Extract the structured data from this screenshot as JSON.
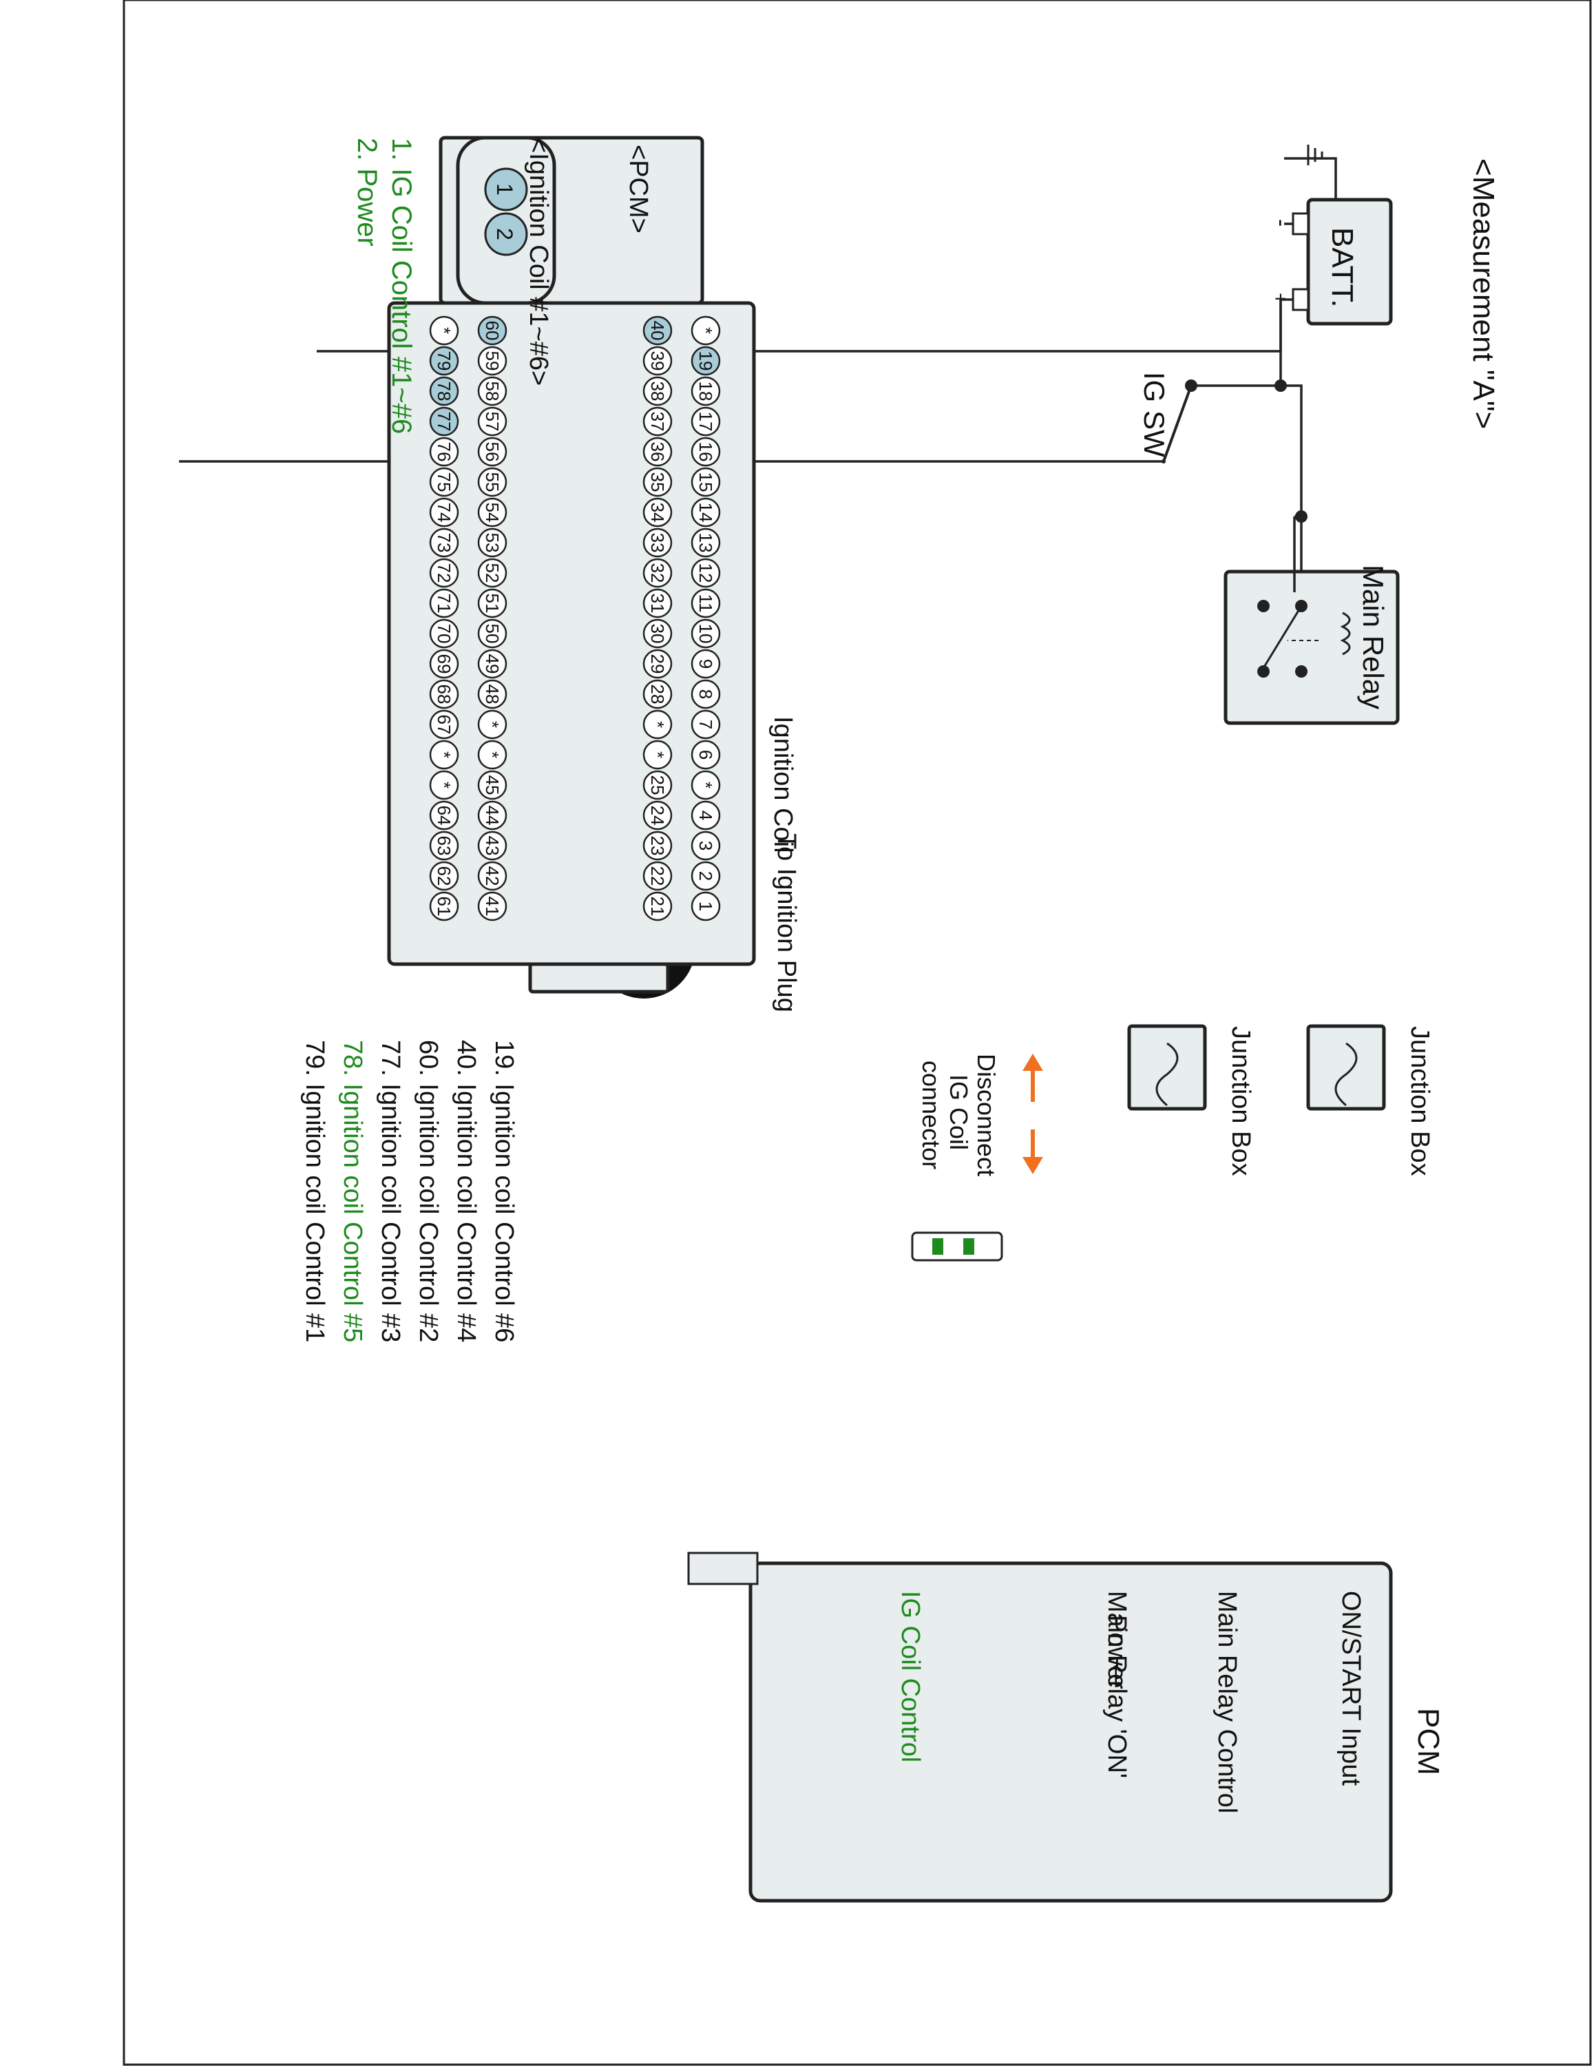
{
  "measurement": {
    "title": "<Measurement \"A\">"
  },
  "battery": {
    "label": "BATT.",
    "minus": "-",
    "plus": "+"
  },
  "ig_sw": {
    "label": "IG SW"
  },
  "main_relay": {
    "label": "Main Relay"
  },
  "junction_box_1": {
    "label": "Junction Box"
  },
  "junction_box_2": {
    "label": "Junction Box"
  },
  "disconnect": {
    "line1": "Disconnect",
    "line2": "IG Coil",
    "line3": "connector"
  },
  "ignition_coil_box": {
    "label1": "Ignition Coil",
    "label2": "To Ignition Plug"
  },
  "coil_connector": {
    "title": "<Ignition Coil #1~#6>",
    "pin1": "1",
    "pin2": "2",
    "legend": [
      "1. IG Coil  Control #1~#6",
      "2. Power"
    ]
  },
  "pcm_block": {
    "title": "PCM",
    "terminals": [
      "ON/START Input",
      "Main Relay Control",
      "Main Relay 'ON'",
      "Power",
      "IG Coil  Control"
    ]
  },
  "pcm_connector": {
    "title": "<PCM>",
    "row1": [
      "*",
      "19",
      "18",
      "17",
      "16",
      "15",
      "14",
      "13",
      "12",
      "11",
      "10",
      "9",
      "8",
      "7",
      "6",
      "*",
      "4",
      "3",
      "2",
      "1"
    ],
    "row2": [
      "40",
      "39",
      "38",
      "37",
      "36",
      "35",
      "34",
      "33",
      "32",
      "31",
      "30",
      "29",
      "28",
      "*",
      "*",
      "25",
      "24",
      "23",
      "22",
      "21"
    ],
    "row3": [
      "60",
      "59",
      "58",
      "57",
      "56",
      "55",
      "54",
      "53",
      "52",
      "51",
      "50",
      "49",
      "48",
      "*",
      "*",
      "45",
      "44",
      "43",
      "42",
      "41"
    ],
    "row4": [
      "*",
      "79",
      "78",
      "77",
      "76",
      "75",
      "74",
      "73",
      "72",
      "71",
      "70",
      "69",
      "68",
      "67",
      "*",
      "*",
      "64",
      "63",
      "62",
      "61"
    ],
    "highlighted": [
      "19",
      "40",
      "60",
      "79",
      "78",
      "77"
    ],
    "pin_list": [
      "19. Ignition coil Control #6",
      "40. Ignition coil Control #4",
      "60. Ignition coil Control #2",
      "77. Ignition coil Control #3",
      "78. Ignition coil Control #5",
      "79. Ignition coil Control #1"
    ]
  },
  "colors": {
    "accent_green": "#1e8a1e",
    "pin_highlight": "#a8cdd8",
    "arrow_orange": "#f07020",
    "wire_blue": "#1a2ee0",
    "box_fill": "#e8eded"
  }
}
